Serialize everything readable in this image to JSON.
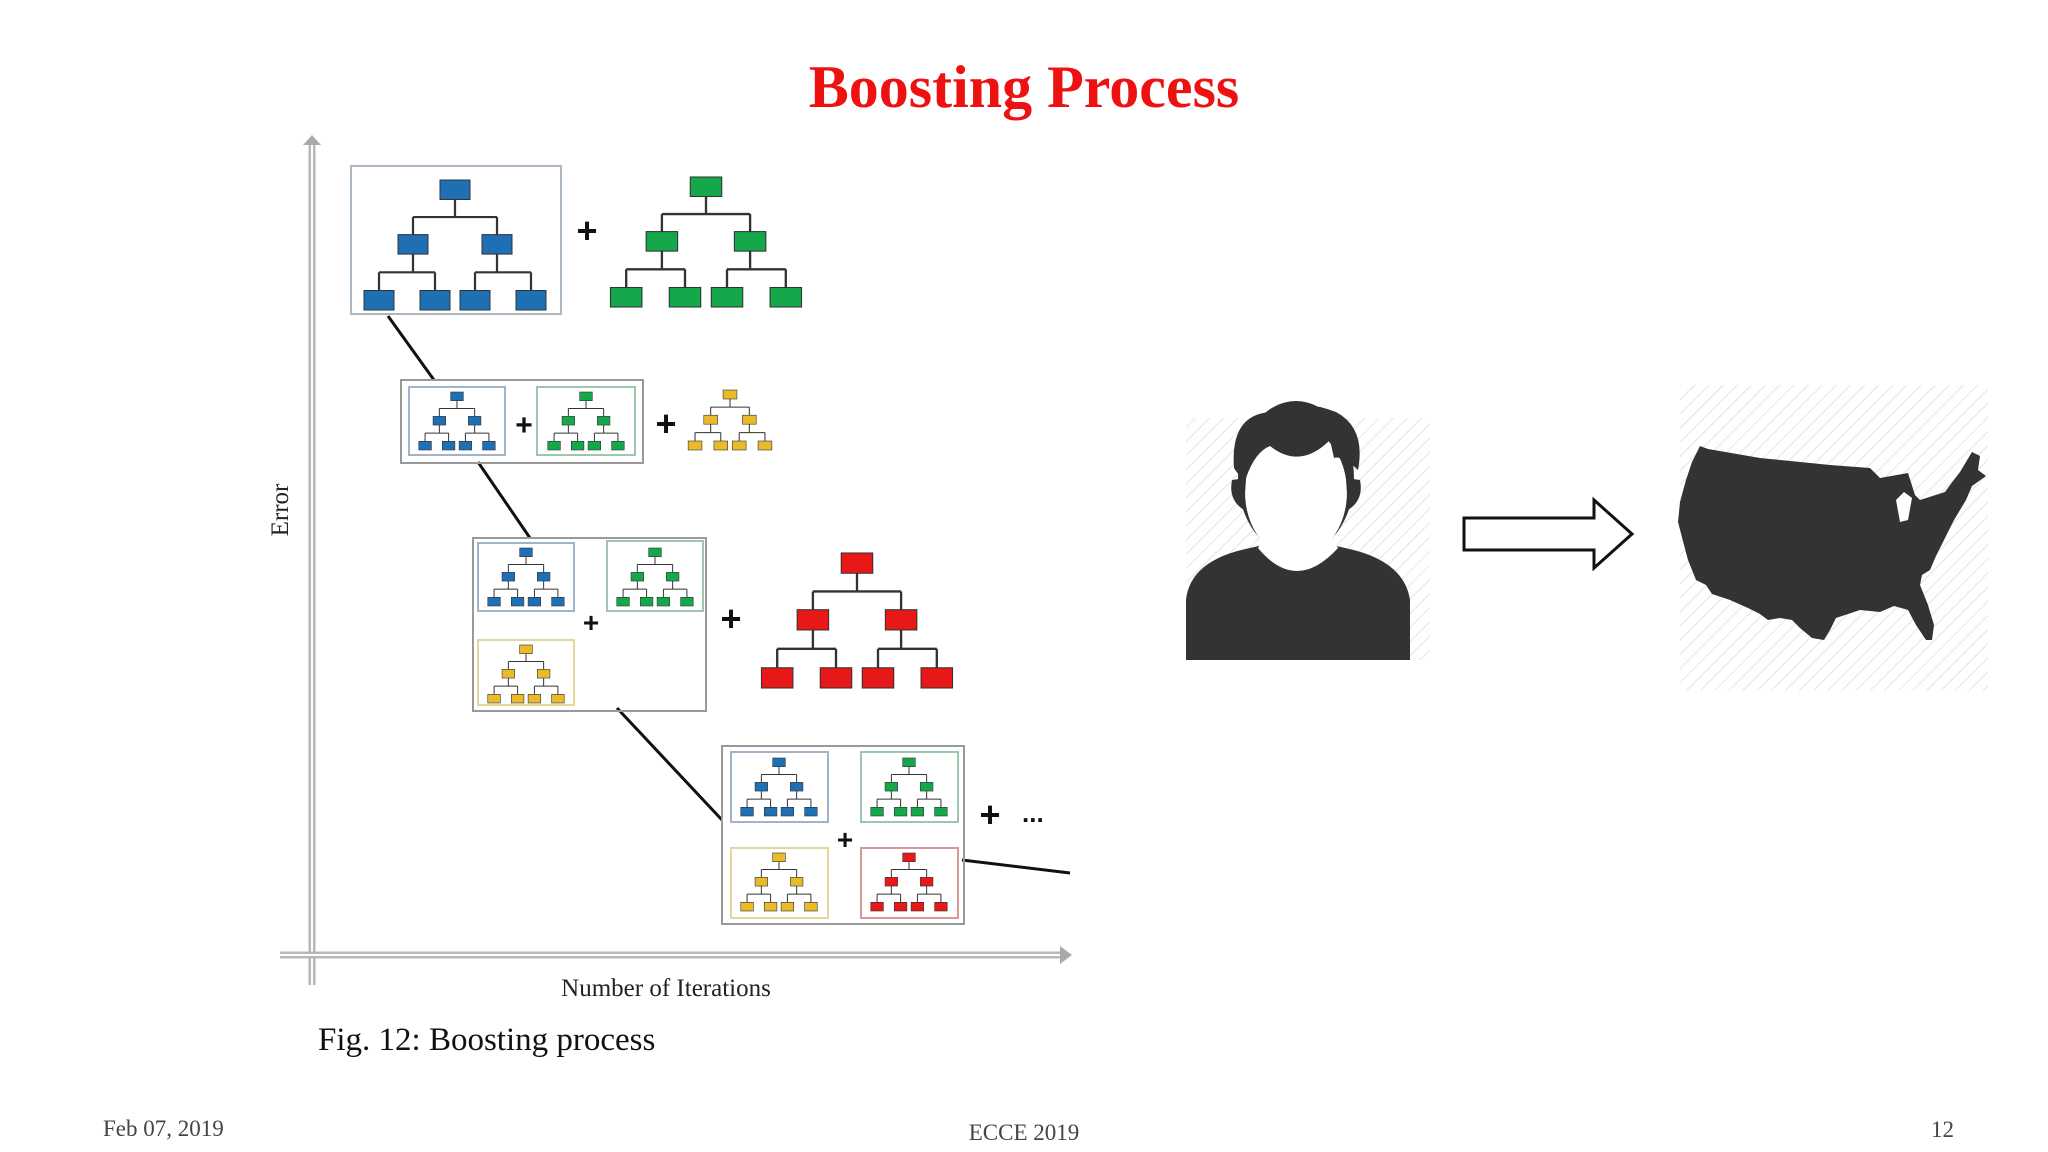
{
  "slide": {
    "title": "Boosting Process",
    "caption": "Fig. 12: Boosting process",
    "footer": {
      "date": "Feb 07, 2019",
      "conference": "ECCE 2019",
      "page": "12"
    }
  },
  "diagram": {
    "y_axis_label": "Error",
    "x_axis_label": "Number of Iterations",
    "operators": {
      "plus": "+",
      "ellipsis": "..."
    }
  },
  "colors": {
    "title": "#ee1111",
    "tree_blue": "#1f6fb5",
    "tree_green": "#14a84b",
    "tree_yellow": "#e9bb2a",
    "tree_red": "#e81818",
    "silhouette": "#333333"
  },
  "icons": {
    "person": "person-silhouette-icon",
    "arrow": "right-arrow-icon",
    "map": "usa-map-icon"
  }
}
